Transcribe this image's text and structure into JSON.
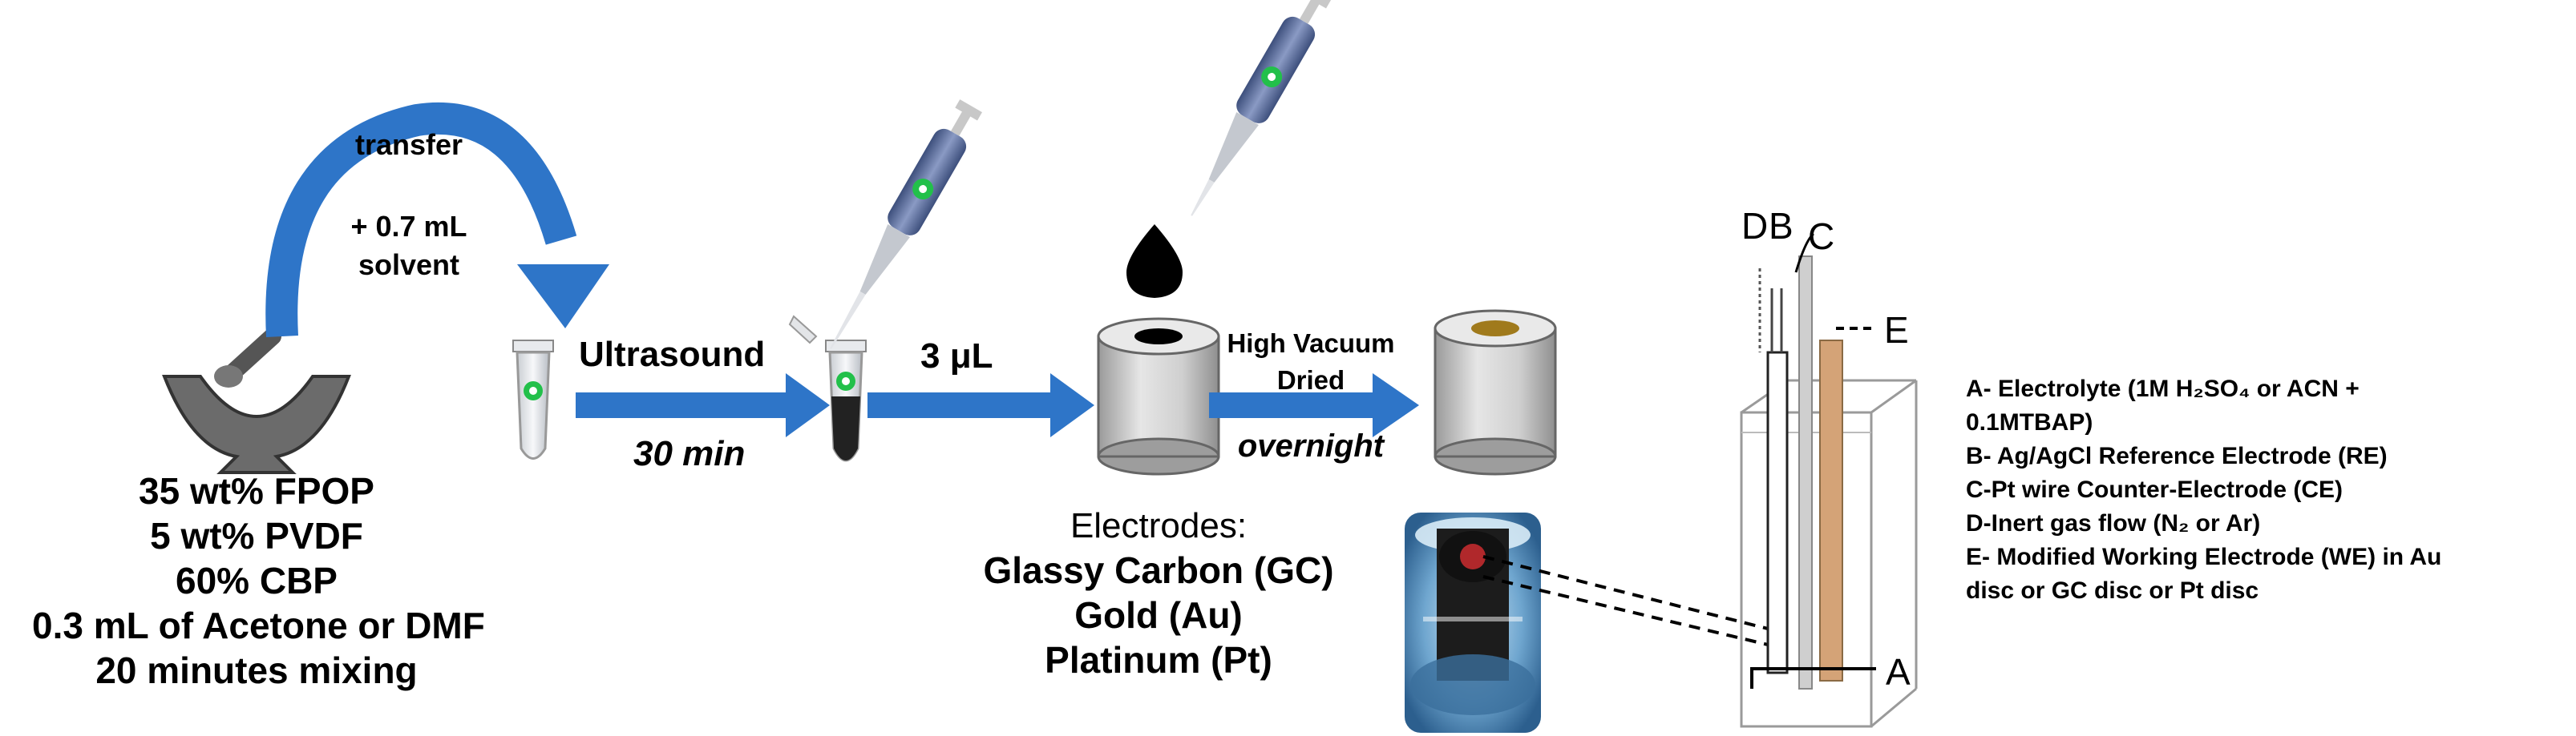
{
  "labels": {
    "transfer": "transfer",
    "solvent_line1": "+ 0.7 mL",
    "solvent_line2": "solvent",
    "ultrasound": "Ultrasound",
    "time_30": "30 min",
    "volume": "3 μL",
    "vacuum_line1": "High Vacuum",
    "vacuum_line2": "Dried",
    "overnight": "overnight"
  },
  "recipe": [
    "35 wt% FPOP",
    "5 wt% PVDF",
    "60% CBP",
    "0.3 mL of Acetone or DMF",
    "20 minutes mixing"
  ],
  "electrodes": {
    "heading": "Electrodes:",
    "items": [
      "Glassy Carbon (GC)",
      "Gold (Au)",
      "Platinum (Pt)"
    ]
  },
  "cell_letters": {
    "D": "D",
    "B": "B",
    "C": "C",
    "E": "E",
    "A": "A"
  },
  "legend": [
    "A- Electrolyte (1M H₂SO₄ or ACN +",
    "0.1MTBAP)",
    "B- Ag/AgCl Reference Electrode (RE)",
    "C-Pt wire Counter-Electrode (CE)",
    "D-Inert gas flow (N₂ or Ar)",
    "E- Modified Working Electrode (WE) in Au",
    "disc or GC disc or Pt disc"
  ],
  "colors": {
    "arrow_blue": "#2e75c8",
    "pipette_blue": "#5b6f9e",
    "tip_green": "#22c04a",
    "electrode_gray": "#d8d8d8",
    "gold_disc": "#a07a1c",
    "we_copper": "#d4a377"
  }
}
